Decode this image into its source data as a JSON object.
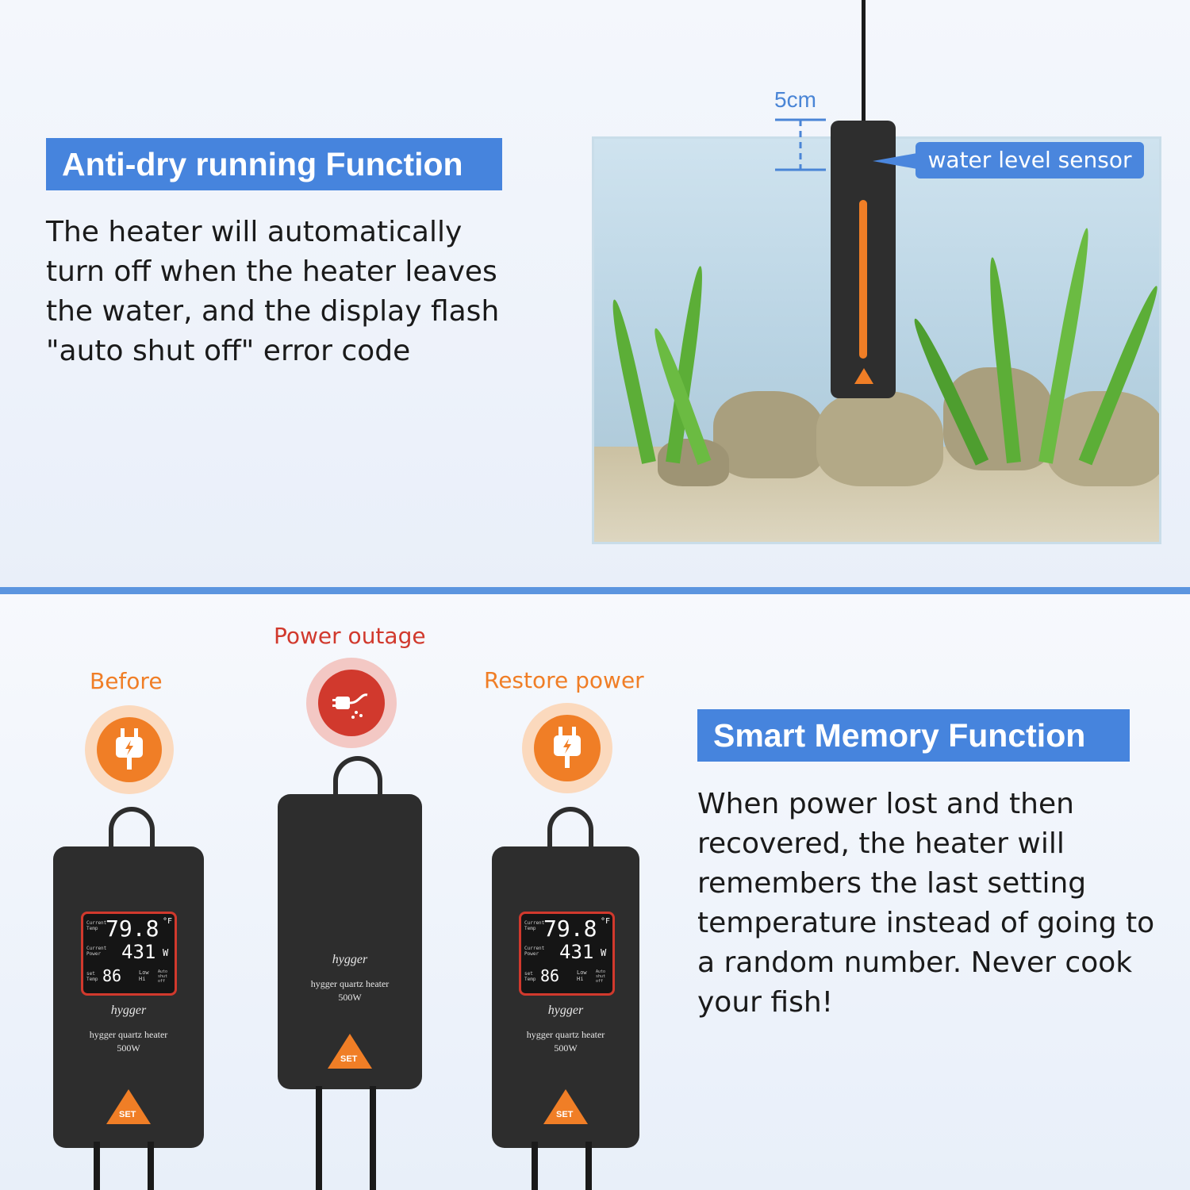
{
  "top_section": {
    "title": "Anti-dry running Function",
    "paragraph_lines": [
      "The heater will automatically",
      "turn off when the heater leaves",
      "the water, and the display flash",
      "\"auto shut off\" error code"
    ],
    "measure_label": "5cm",
    "sensor_label": "water level sensor"
  },
  "bottom_section": {
    "title": "Smart Memory Function",
    "paragraph_lines": [
      "When power lost and then",
      "recovered, the heater will",
      "remembers the last setting",
      "temperature instead of going to",
      "a random number. Never cook",
      "your fish!"
    ],
    "stages": {
      "before": "Before",
      "outage": "Power outage",
      "restore": "Restore power"
    }
  },
  "device": {
    "brand": "hygger",
    "model": "hygger quartz heater",
    "wattage": "500W",
    "set_label": "SET",
    "temp": "79.8",
    "temp_unit": "°F",
    "power": "431",
    "power_unit": "W",
    "set_temp": "86",
    "current_temp_label": "Current Temp",
    "current_power_label": "Current Power",
    "set_temp_label": "set Temp",
    "low_hi_label": "Low Hi",
    "auto_shut_label": "Auto shut off"
  },
  "colors": {
    "accent_blue": "#4684dd",
    "orange": "#f07e26",
    "red": "#d1392d"
  }
}
